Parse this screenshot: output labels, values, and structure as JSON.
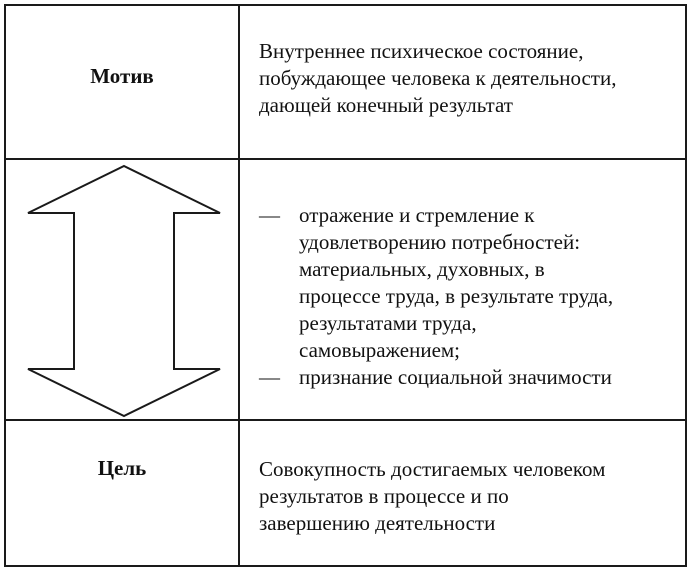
{
  "rows": [
    {
      "term": "Мотив",
      "description_lines": [
        "Внутреннее психическое состояние,",
        "побуждающее человека к деятельности,",
        "дающей конечный результат"
      ]
    },
    {
      "list_items": [
        {
          "marker": "—",
          "lines": [
            "отражение и стремление к",
            "удовлетворению потребностей:",
            "материальных, духовных, в",
            "процессе труда, в результате труда,",
            "результатами труда,",
            "самовыражением;"
          ]
        },
        {
          "marker": "—",
          "lines": [
            "признание социальной значимости"
          ]
        }
      ]
    },
    {
      "term": "Цель",
      "description_lines": [
        "Совокупность достигаемых человеком",
        "результатов в процессе и по",
        "завершению деятельности"
      ]
    }
  ],
  "arrow_icon": "double-headed-vertical-arrow-icon",
  "colors": {
    "line": "#1a1a1a",
    "text": "#111111",
    "background": "#ffffff"
  }
}
